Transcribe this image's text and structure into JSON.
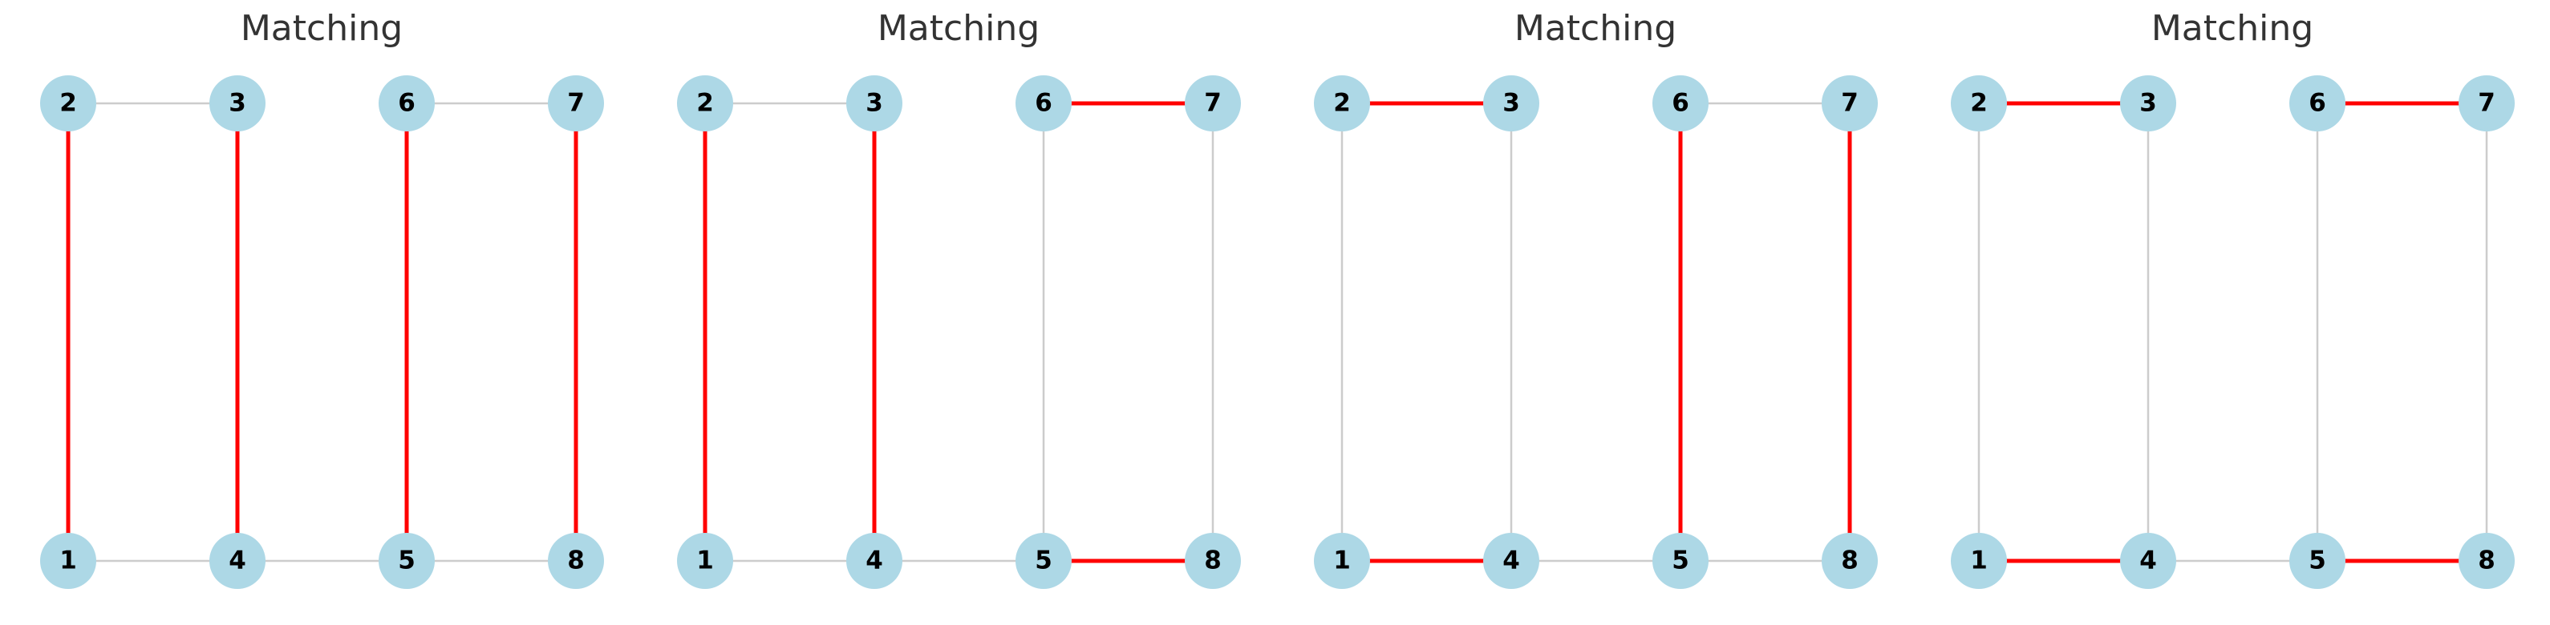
{
  "colors": {
    "node_fill": "#add8e6",
    "edge_default": "#cccccc",
    "edge_matched": "#ff0000",
    "title_text": "#333333",
    "label_text": "#000000"
  },
  "graph": {
    "nodes": [
      "1",
      "2",
      "3",
      "4",
      "5",
      "6",
      "7",
      "8"
    ],
    "edges": [
      [
        "1",
        "2"
      ],
      [
        "2",
        "3"
      ],
      [
        "3",
        "4"
      ],
      [
        "1",
        "4"
      ],
      [
        "4",
        "5"
      ],
      [
        "5",
        "6"
      ],
      [
        "6",
        "7"
      ],
      [
        "7",
        "8"
      ],
      [
        "5",
        "8"
      ]
    ]
  },
  "panels": [
    {
      "title": "Matching",
      "matched_edges": [
        [
          "1",
          "2"
        ],
        [
          "3",
          "4"
        ],
        [
          "5",
          "6"
        ],
        [
          "7",
          "8"
        ]
      ]
    },
    {
      "title": "Matching",
      "matched_edges": [
        [
          "1",
          "2"
        ],
        [
          "3",
          "4"
        ],
        [
          "6",
          "7"
        ],
        [
          "5",
          "8"
        ]
      ]
    },
    {
      "title": "Matching",
      "matched_edges": [
        [
          "2",
          "3"
        ],
        [
          "1",
          "4"
        ],
        [
          "5",
          "6"
        ],
        [
          "7",
          "8"
        ]
      ]
    },
    {
      "title": "Matching",
      "matched_edges": [
        [
          "2",
          "3"
        ],
        [
          "1",
          "4"
        ],
        [
          "6",
          "7"
        ],
        [
          "5",
          "8"
        ]
      ]
    }
  ]
}
